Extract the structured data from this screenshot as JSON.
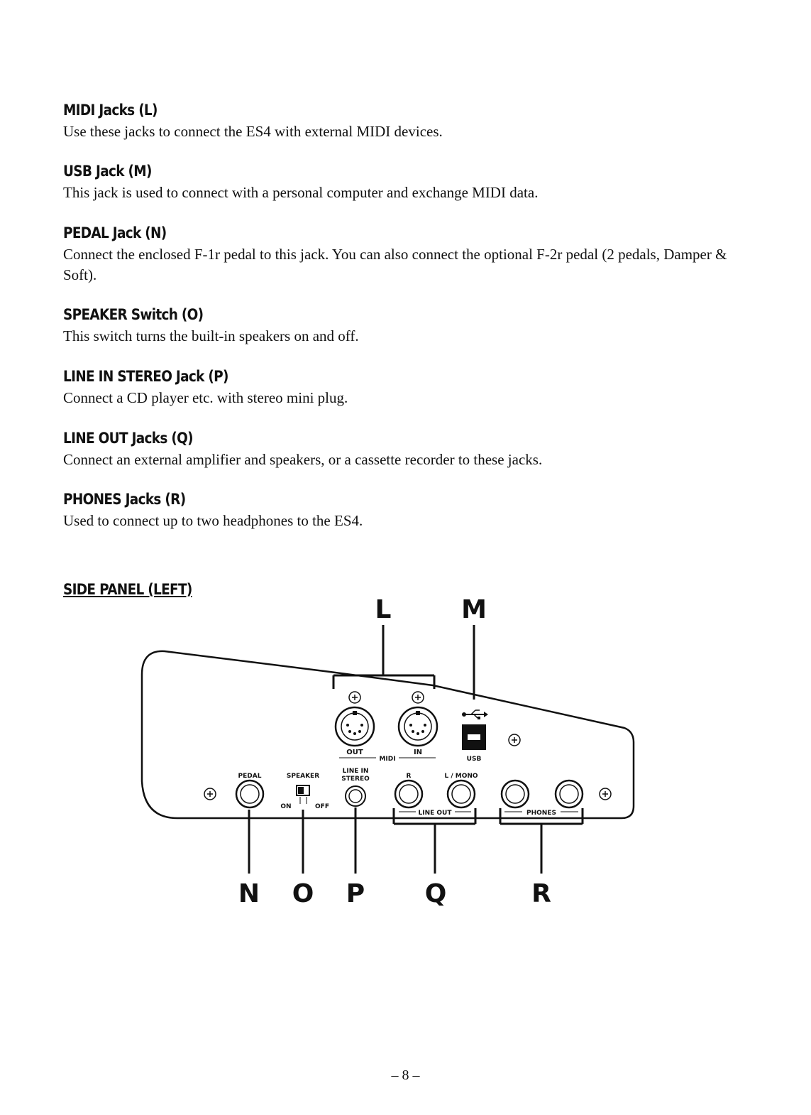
{
  "sections": [
    {
      "heading": "MIDI Jacks (L)",
      "body": "Use these jacks to connect the ES4 with external MIDI devices."
    },
    {
      "heading": "USB Jack (M)",
      "body": "This jack is used to connect with a personal computer and exchange MIDI data."
    },
    {
      "heading": "PEDAL Jack (N)",
      "body": "Connect the enclosed F-1r pedal to this jack.  You can also connect the optional F-2r pedal (2 pedals, Damper & Soft)."
    },
    {
      "heading": "SPEAKER Switch (O)",
      "body": "This switch turns the built-in speakers on and off."
    },
    {
      "heading": "LINE IN STEREO Jack (P)",
      "body": "Connect a CD player etc. with stereo mini plug."
    },
    {
      "heading": "LINE OUT Jacks (Q)",
      "body": "Connect an external amplifier and speakers, or a cassette recorder to these jacks."
    },
    {
      "heading": "PHONES Jacks (R)",
      "body": "Used to connect up to two headphones to the ES4."
    }
  ],
  "side_panel": {
    "title": "SIDE PANEL (LEFT)",
    "callouts": {
      "L": "L",
      "M": "M",
      "N": "N",
      "O": "O",
      "P": "P",
      "Q": "Q",
      "R": "R"
    },
    "labels": {
      "out": "OUT",
      "in": "IN",
      "midi": "MIDI",
      "usb": "USB",
      "pedal": "PEDAL",
      "speaker": "SPEAKER",
      "on": "ON",
      "off": "OFF",
      "line_in": "LINE IN",
      "stereo": "STEREO",
      "r": "R",
      "l_mono": "L / MONO",
      "line_out": "LINE OUT",
      "phones": "PHONES"
    }
  },
  "page_number": "– 8 –"
}
